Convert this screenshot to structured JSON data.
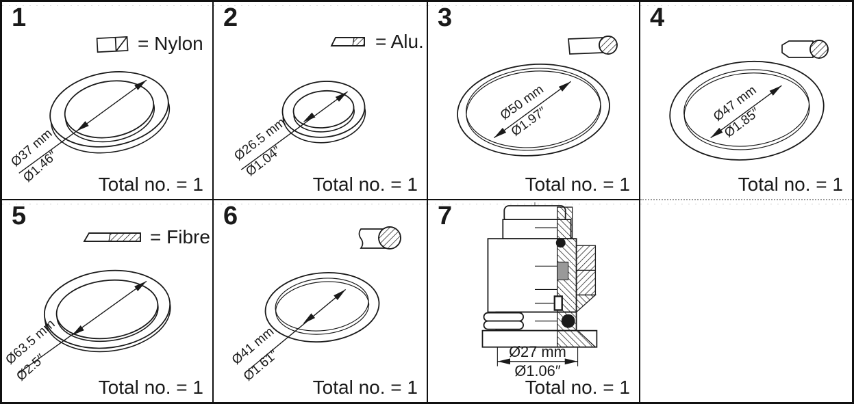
{
  "colors": {
    "ink": "#1a1a1a",
    "grid_border": "#101010"
  },
  "cells": [
    {
      "number": "1",
      "legend_label": "= Nylon",
      "legend_swatch": "nylon-section-swatch",
      "dim_mm": "Ø37 mm",
      "dim_in": "Ø1.46″",
      "total": "Total no. = 1"
    },
    {
      "number": "2",
      "legend_label": "= Alu.",
      "legend_swatch": "alu-section-swatch",
      "dim_mm": "Ø26.5 mm",
      "dim_in": "Ø1.04″",
      "total": "Total no. = 1"
    },
    {
      "number": "3",
      "icon": "oring-cross-section-icon",
      "dim_mm": "Ø50 mm",
      "dim_in": "Ø1.97″",
      "total": "Total no. = 1"
    },
    {
      "number": "4",
      "icon": "oring-cross-section-icon",
      "dim_mm": "Ø47 mm",
      "dim_in": "Ø1.85″",
      "total": "Total no. = 1"
    },
    {
      "number": "5",
      "legend_label": "= Fibre",
      "legend_swatch": "fibre-section-swatch",
      "dim_mm": "Ø63.5 mm",
      "dim_in": "Ø2.5″",
      "total": "Total no. = 1"
    },
    {
      "number": "6",
      "icon": "oring-cross-section-icon",
      "dim_mm": "Ø41 mm",
      "dim_in": "Ø1.61″",
      "total": "Total no. = 1"
    },
    {
      "number": "7",
      "drawing": "union-valve-cross-section",
      "dim_mm": "Ø27 mm",
      "dim_in": "Ø1.06″",
      "total": "Total no. = 1"
    }
  ]
}
